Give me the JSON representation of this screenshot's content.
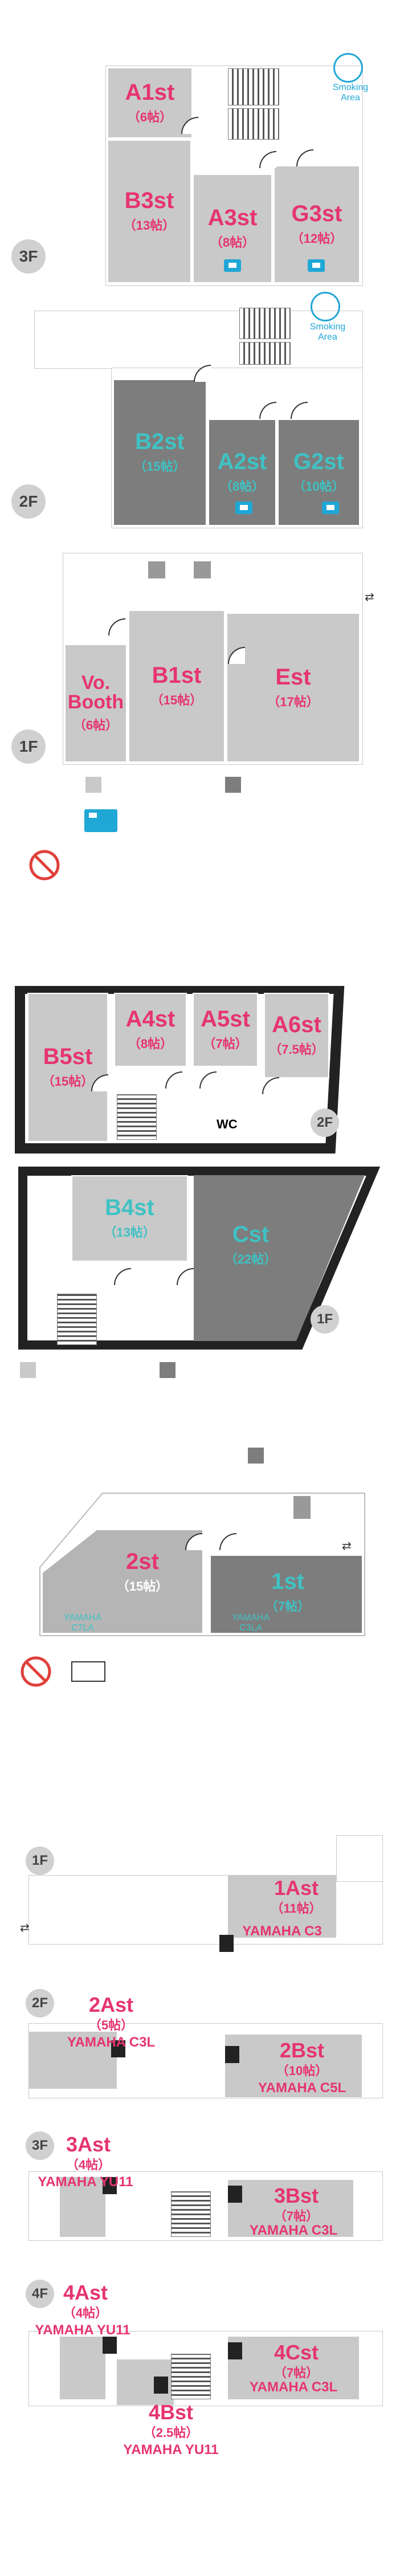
{
  "sec1": {
    "f3": {
      "badge": "3F",
      "A1": {
        "n": "A1st",
        "s": "（6帖）"
      },
      "B3": {
        "n": "B3st",
        "s": "（13帖）"
      },
      "A3": {
        "n": "A3st",
        "s": "（8帖）"
      },
      "G3": {
        "n": "G3st",
        "s": "（12帖）"
      },
      "smoke": "Smoking\nArea"
    },
    "f2": {
      "badge": "2F",
      "B2": {
        "n": "B2st",
        "s": "（15帖）"
      },
      "A2": {
        "n": "A2st",
        "s": "（8帖）"
      },
      "G2": {
        "n": "G2st",
        "s": "（10帖）"
      },
      "smoke": "Smoking\nArea"
    },
    "f1": {
      "badge": "1F",
      "Vo": {
        "n": "Vo.\nBooth",
        "s": "（6帖）"
      },
      "B1": {
        "n": "B1st",
        "s": "（15帖）"
      },
      "E": {
        "n": "Est",
        "s": "（17帖）"
      }
    }
  },
  "sec2": {
    "f2": {
      "badge": "2F",
      "B5": {
        "n": "B5st",
        "s": "（15帖）"
      },
      "A4": {
        "n": "A4st",
        "s": "（8帖）"
      },
      "A5": {
        "n": "A5st",
        "s": "（7帖）"
      },
      "A6": {
        "n": "A6st",
        "s": "（7.5帖）"
      },
      "wc": "WC"
    },
    "f1": {
      "badge": "1F",
      "B4": {
        "n": "B4st",
        "s": "（13帖）"
      },
      "C": {
        "n": "Cst",
        "s": "（22帖）"
      }
    }
  },
  "sec3": {
    "r2": {
      "n": "2st",
      "s": "（15帖）",
      "p": "YAMAHA\nC7LA"
    },
    "r1": {
      "n": "1st",
      "s": "（7帖）",
      "p": "YAMAHA\nC3LA"
    }
  },
  "sec4": {
    "f1": {
      "badge": "1F",
      "r": {
        "n": "1Ast",
        "s": "（11帖）",
        "p": "YAMAHA C3"
      }
    },
    "f2": {
      "badge": "2F",
      "a": {
        "n": "2Ast",
        "s": "（5帖）",
        "p": "YAMAHA C3L"
      },
      "b": {
        "n": "2Bst",
        "s": "（10帖）",
        "p": "YAMAHA C5L"
      }
    },
    "f3": {
      "badge": "3F",
      "a": {
        "n": "3Ast",
        "s": "（4帖）",
        "p": "YAMAHA YU11"
      },
      "b": {
        "n": "3Bst",
        "s": "（7帖）",
        "p": "YAMAHA C3L"
      }
    },
    "f4": {
      "badge": "4F",
      "a": {
        "n": "4Ast",
        "s": "（4帖）",
        "p": "YAMAHA YU11"
      },
      "c": {
        "n": "4Cst",
        "s": "（7帖）",
        "p": "YAMAHA C3L"
      },
      "b": {
        "n": "4Bst",
        "s": "（2.5帖）",
        "p": "YAMAHA YU11"
      }
    }
  },
  "colors": {
    "pink": "#e6346f",
    "teal": "#3fc2c4",
    "light": "#c9c9c9",
    "dark": "#7d7d7d",
    "blue": "#1fa7d6"
  },
  "icons": [
    "door-icon",
    "stairs-icon",
    "lan-icon",
    "no-smoking-icon",
    "smoking-area-icon",
    "piano-icon",
    "arrows-icon"
  ]
}
